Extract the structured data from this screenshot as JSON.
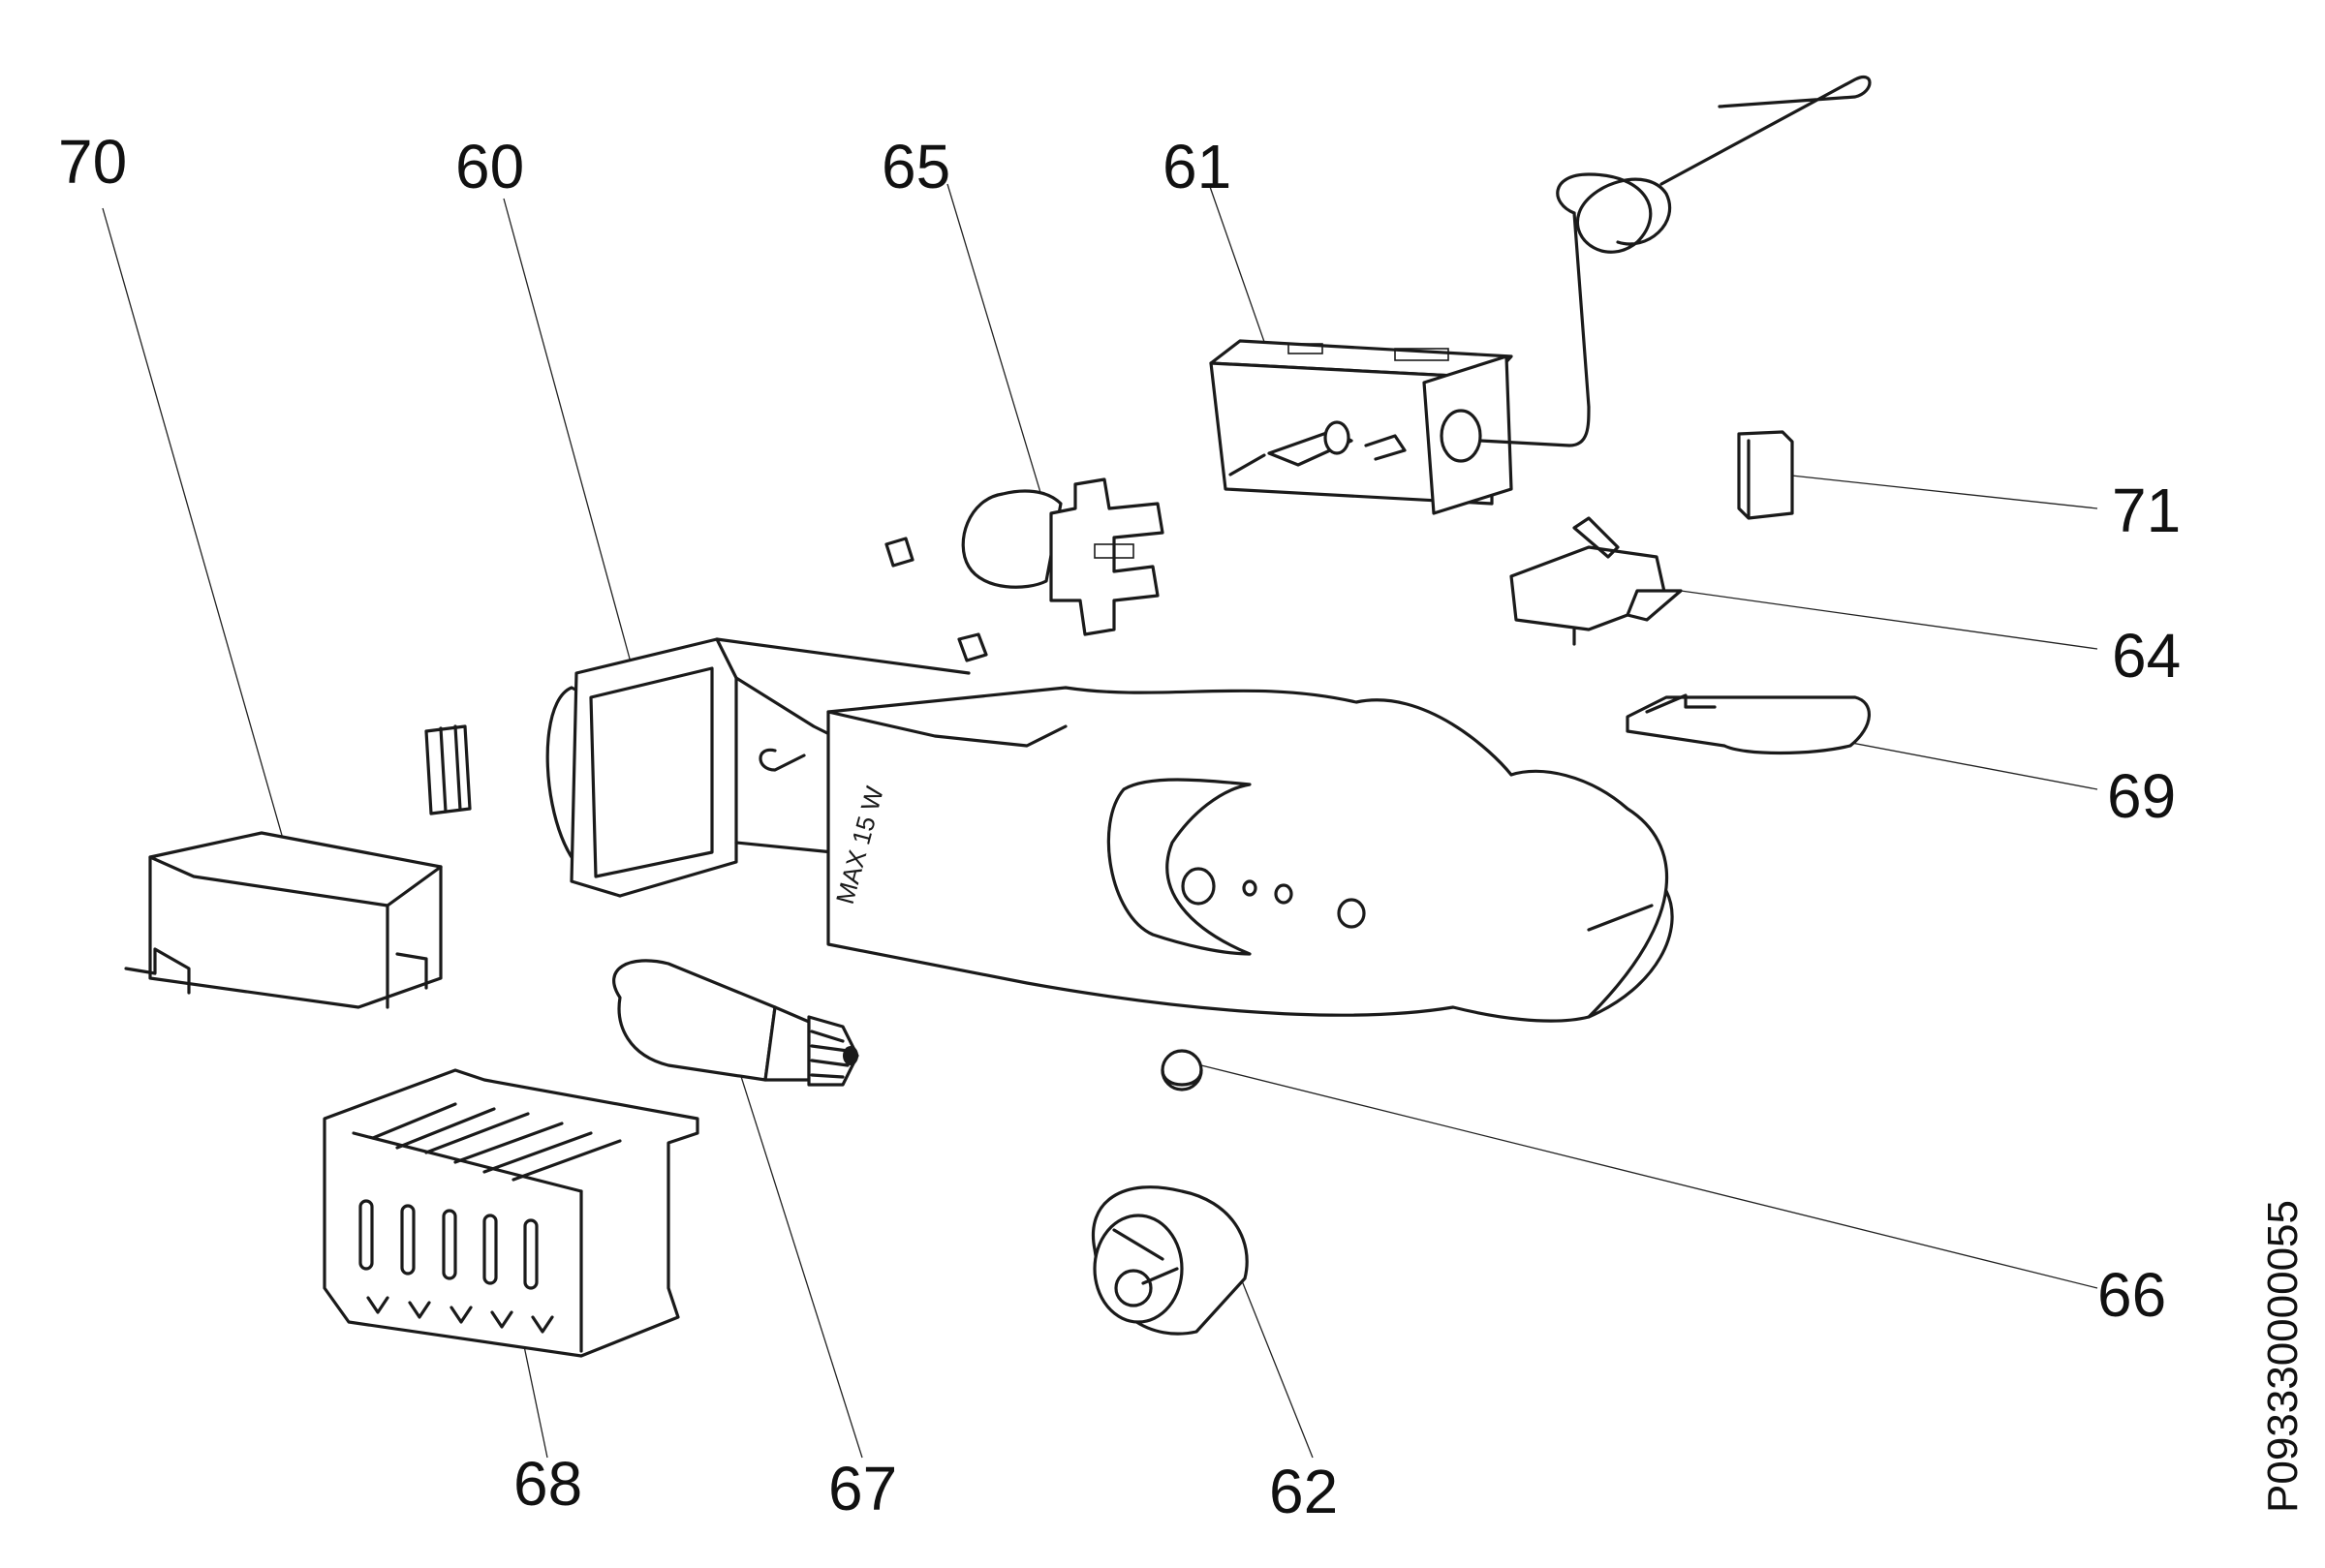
{
  "callouts": {
    "p70": "70",
    "p60": "60",
    "p65": "65",
    "p61": "61",
    "p71": "71",
    "p64": "64",
    "p69": "69",
    "p66": "66",
    "p62": "62",
    "p67": "67",
    "p68": "68"
  },
  "housing_marking": "MAX 15 W",
  "document_code": "P093330000055"
}
